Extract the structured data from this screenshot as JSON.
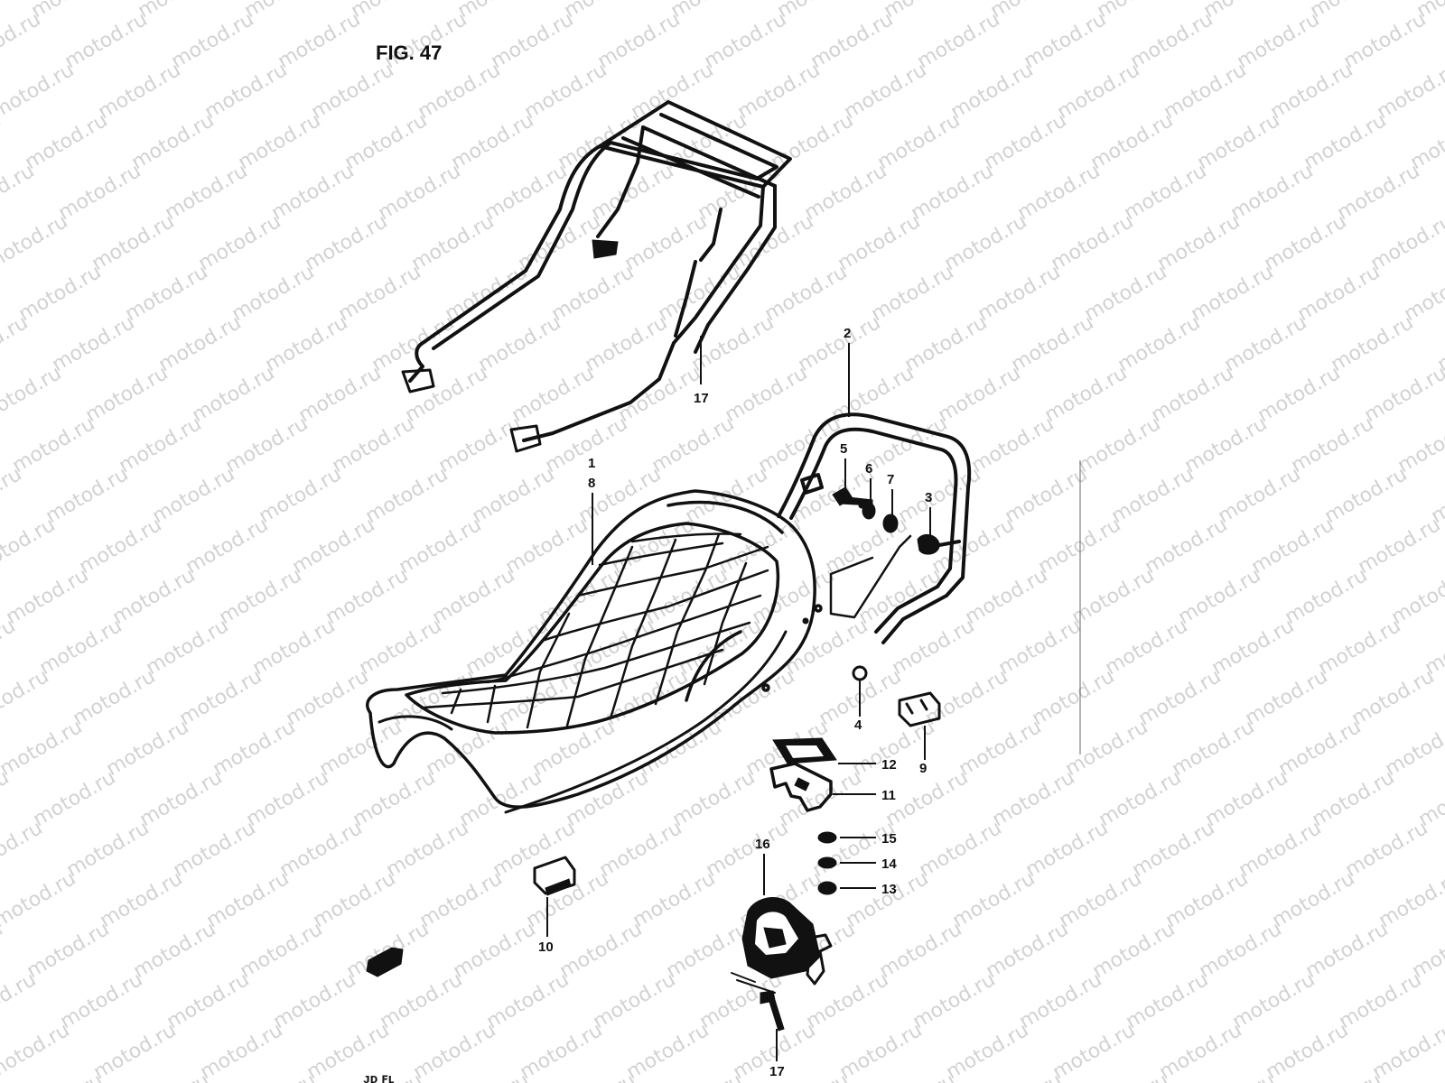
{
  "figure": {
    "title": "FIG. 47",
    "footer_mark": "ᴊᴅ ꜰʟ"
  },
  "watermark": {
    "text": "motod.ru",
    "color": "#d2d2d2"
  },
  "parts": [
    {
      "id": "p17a",
      "num": "17"
    },
    {
      "id": "p2",
      "num": "2"
    },
    {
      "id": "p1",
      "num": "1"
    },
    {
      "id": "p8",
      "num": "8"
    },
    {
      "id": "p5",
      "num": "5"
    },
    {
      "id": "p6",
      "num": "6"
    },
    {
      "id": "p7",
      "num": "7"
    },
    {
      "id": "p3",
      "num": "3"
    },
    {
      "id": "p4",
      "num": "4"
    },
    {
      "id": "p9",
      "num": "9"
    },
    {
      "id": "p12",
      "num": "12"
    },
    {
      "id": "p11",
      "num": "11"
    },
    {
      "id": "p15",
      "num": "15"
    },
    {
      "id": "p14",
      "num": "14"
    },
    {
      "id": "p13",
      "num": "13"
    },
    {
      "id": "p16",
      "num": "16"
    },
    {
      "id": "p10",
      "num": "10"
    },
    {
      "id": "p17b",
      "num": "17"
    }
  ]
}
